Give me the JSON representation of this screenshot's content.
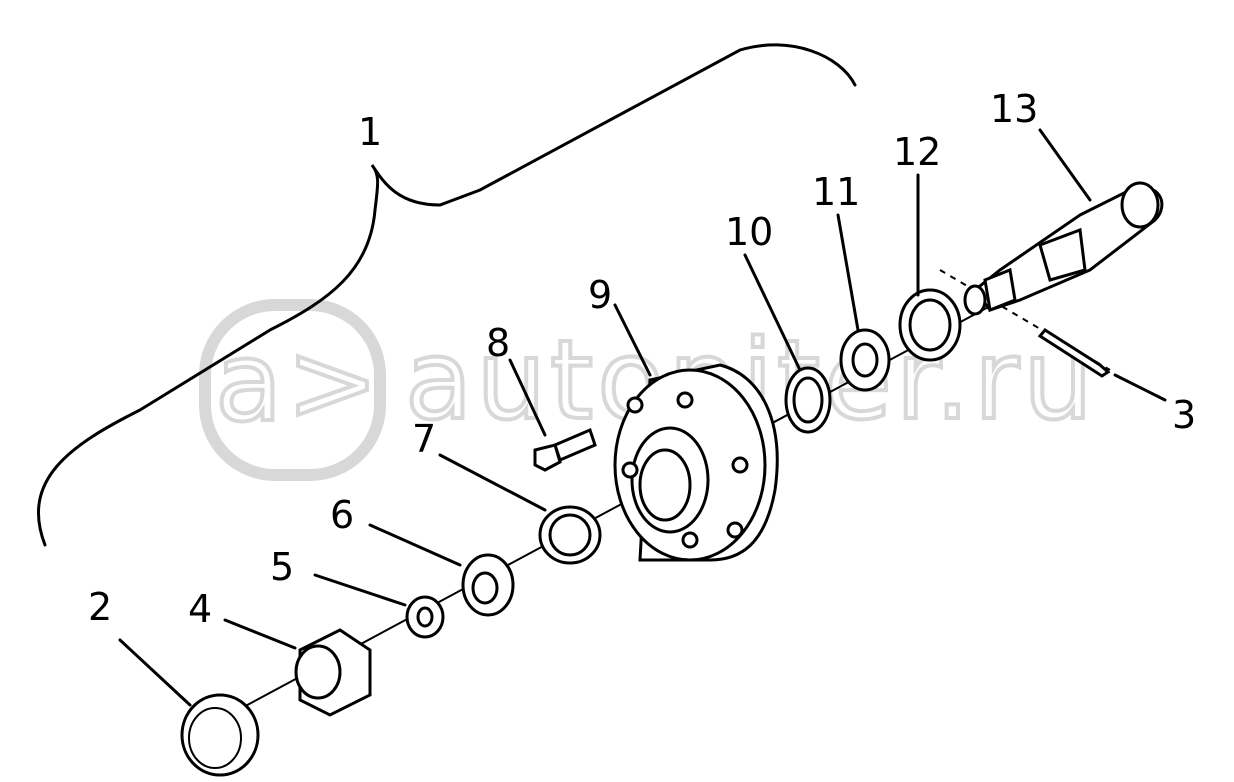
{
  "watermark": {
    "text": "autopiter.ru"
  },
  "callouts": [
    "1",
    "2",
    "3",
    "4",
    "5",
    "6",
    "7",
    "8",
    "9",
    "10",
    "11",
    "12",
    "13"
  ]
}
